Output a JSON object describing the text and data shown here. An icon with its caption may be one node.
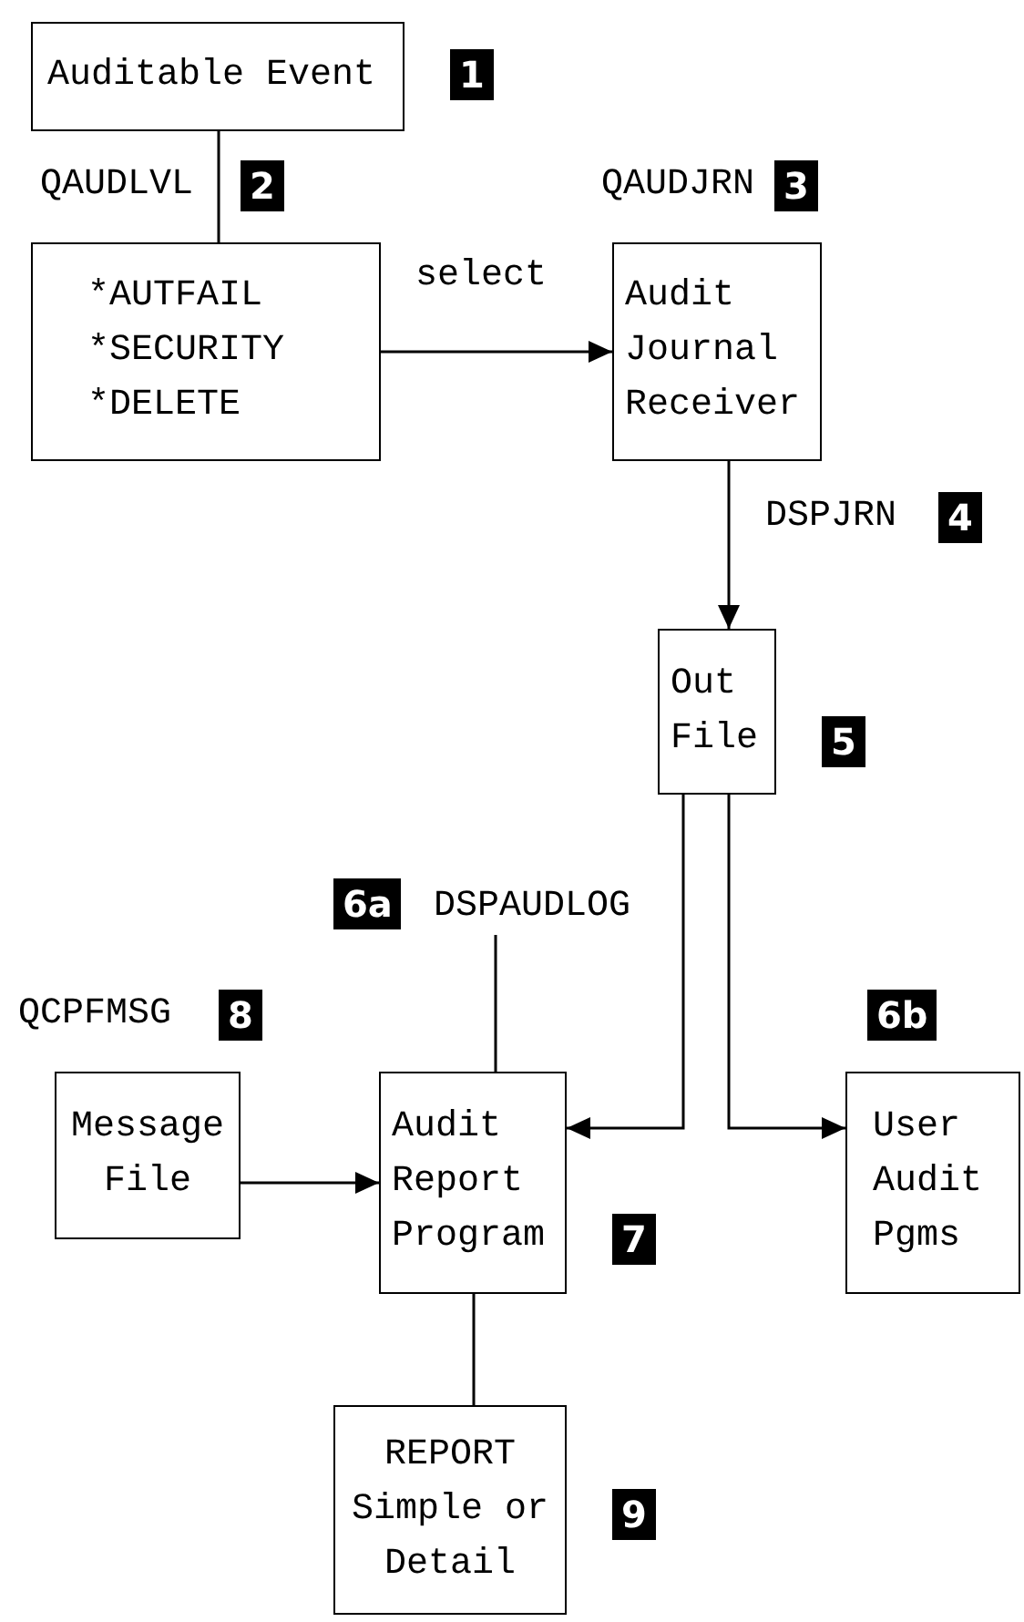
{
  "diagram": {
    "nodes": [
      {
        "text": [
          "Auditable Event"
        ],
        "beside": [
          "1"
        ]
      },
      {
        "text": [
          "*AUTFAIL",
          "*SECURITY",
          "*DELETE"
        ]
      },
      {
        "text": [
          "Audit Journal Receiver"
        ],
        "beside": [
          "QAUDJRN",
          "3"
        ]
      },
      {
        "text": [
          "Out File"
        ],
        "beside": [
          "5"
        ]
      },
      {
        "text": [
          "Message File"
        ],
        "beside": [
          "QCPFMSG",
          "8"
        ]
      },
      {
        "text": [
          "Audit Report Program"
        ],
        "beside": [
          "7"
        ]
      },
      {
        "text": [
          "User Audit Pgms"
        ],
        "beside": [
          "6b"
        ]
      },
      {
        "text": [
          "REPORT Simple or Detail"
        ],
        "beside": [
          "9"
        ]
      },
      {
        "text": [
          "DSPAUDLOG"
        ],
        "beside": [
          "6a"
        ]
      }
    ],
    "edges": [
      {
        "from": 0,
        "to": 1,
        "arrow": "none",
        "label": "QAUDLVL"
      },
      {
        "from": 1,
        "to": 2,
        "arrow": "to",
        "label": "select"
      },
      {
        "from": 2,
        "to": 3,
        "arrow": "to",
        "label": "DSPJRN"
      },
      {
        "from": 3,
        "to": 5,
        "arrow": "to"
      },
      {
        "from": 3,
        "to": 6,
        "arrow": "to"
      },
      {
        "from": 4,
        "to": 5,
        "arrow": "to"
      },
      {
        "from": 8,
        "to": 5,
        "arrow": "none"
      },
      {
        "from": 5,
        "to": 7,
        "arrow": "none"
      }
    ],
    "labels": [
      "2",
      "4"
    ]
  }
}
